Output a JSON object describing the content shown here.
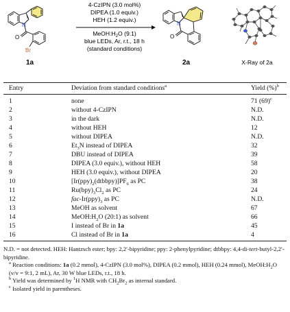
{
  "scheme": {
    "start_label": "1a",
    "product_label": "2a",
    "xray_label": "X-Ray of 2a",
    "atom_n": "N",
    "atom_o": "O",
    "atom_br": "Br",
    "conditions": {
      "line1": "4-CzIPN (3.0 mol%)",
      "line2": "DIPEA (1.0 equiv.)",
      "line3": "HEH (1.2 equiv.)",
      "line4": "MeOH:H2O (9:1)",
      "line5": "blue LEDs, Ar, r.t., 18 h",
      "line6": "(standard conditions)"
    }
  },
  "table": {
    "headers": {
      "entry": "Entry",
      "deviation": "Deviation from standard conditions",
      "deviation_mark": "a",
      "yield": "Yield (%)",
      "yield_mark": "b"
    },
    "rows": [
      {
        "entry": "1",
        "deviation": "none",
        "yield": "71 (69)",
        "mark": "c"
      },
      {
        "entry": "2",
        "deviation": "without 4-CzIPN",
        "yield": "N.D."
      },
      {
        "entry": "3",
        "deviation": "in the dark",
        "yield": "N.D."
      },
      {
        "entry": "4",
        "deviation": "without HEH",
        "yield": "12"
      },
      {
        "entry": "5",
        "deviation": "without DIPEA",
        "yield": "N.D."
      },
      {
        "entry": "6",
        "deviation": "Et3N instead of DIPEA",
        "yield": "32"
      },
      {
        "entry": "7",
        "deviation": "DBU instead of DIPEA",
        "yield": "39"
      },
      {
        "entry": "8",
        "deviation": "DIPEA (3.0 equiv.), without HEH",
        "yield": "58"
      },
      {
        "entry": "9",
        "deviation": "HEH (3.0 equiv.), without DIPEA",
        "yield": "20"
      },
      {
        "entry": "10",
        "deviation": "[Ir(ppy)2(dtbbpy)]PF6 as PC",
        "yield": "38"
      },
      {
        "entry": "11",
        "deviation": "Ru(bpy)3Cl2 as PC",
        "yield": "24"
      },
      {
        "entry": "12",
        "deviation": "fac-Ir(ppy)3 as PC",
        "yield": "N.D."
      },
      {
        "entry": "13",
        "deviation": "MeOH as solvent",
        "yield": "67"
      },
      {
        "entry": "14",
        "deviation": "MeOH:H2O (20:1) as solvent",
        "yield": "66"
      },
      {
        "entry": "15",
        "deviation": "I instead of Br in 1a",
        "yield": "45"
      },
      {
        "entry": "16",
        "deviation": "Cl instead of Br in 1a",
        "yield": "4"
      }
    ]
  },
  "footnotes": {
    "abbrev": "N.D. = not detected. HEH: Hantzsch ester; bpy: 2,2′-bipyridine; ppy: 2-phenylpyridine; dtbbpy: 4,4-di-tert-butyl-2,2′-bipyridine.",
    "a_mark": "a",
    "a": "Reaction conditions: 1a (0.2 mmol), 4-CzIPN (3.0 mol%), DIPEA (0.2 mmol), HEH (0.24 mmol), MeOH:H2O (v/v = 9:1, 2 mL), Ar, 30 W blue LEDs, r.t., 18 h.",
    "b_mark": "b",
    "b": "Yield was determined by 1H NMR with CH2Br2 as internal standard.",
    "c_mark": "c",
    "c": "Isolated yield in parentheses."
  },
  "colors": {
    "text": "#111111",
    "nitrogen": "#1f3fbf",
    "bromine": "#c46a40",
    "highlight_ring": "#f3e98a"
  }
}
